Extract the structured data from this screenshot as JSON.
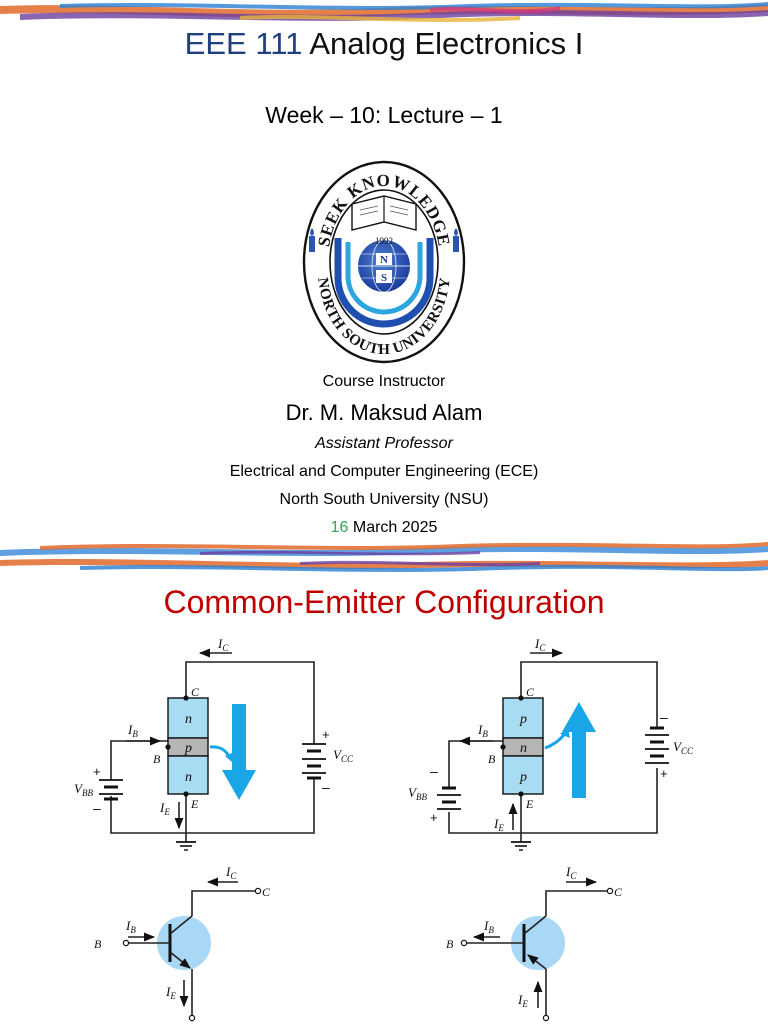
{
  "slide1": {
    "title_code": "EEE 111",
    "title_rest": "Analog Electronics I",
    "subtitle": "Week – 10: Lecture – 1",
    "logo": {
      "top_text": "SEEK KNOWLEDGE",
      "bottom_text": "NORTH SOUTH UNIVERSITY",
      "year": "1992",
      "letter_n": "N",
      "letter_s": "S"
    },
    "instructor_role": "Course Instructor",
    "instructor_name": "Dr. M. Maksud Alam",
    "instructor_title": "Assistant Professor",
    "department": "Electrical and Computer Engineering (ECE)",
    "university": "North South University (NSU)",
    "date_day": "16",
    "date_rest": " March 2025"
  },
  "slide2": {
    "title": "Common-Emitter Configuration",
    "npn": {
      "ic": "I",
      "ic_sub": "C",
      "ib": "I",
      "ib_sub": "B",
      "ie": "I",
      "ie_sub": "E",
      "c": "C",
      "b": "B",
      "e": "E",
      "layer_top": "n",
      "layer_mid": "p",
      "layer_bot": "n",
      "vcc": "V",
      "vcc_sub": "CC",
      "vbb": "V",
      "vbb_sub": "BB"
    },
    "pnp": {
      "ic": "I",
      "ic_sub": "C",
      "ib": "I",
      "ib_sub": "B",
      "ie": "I",
      "ie_sub": "E",
      "c": "C",
      "b": "B",
      "e": "E",
      "layer_top": "p",
      "layer_mid": "n",
      "layer_bot": "p",
      "vcc": "V",
      "vcc_sub": "CC",
      "vbb": "V",
      "vbb_sub": "BB"
    },
    "npn_symbol": {
      "ic": "I",
      "ic_sub": "C",
      "ib": "I",
      "ib_sub": "B",
      "ie": "I",
      "ie_sub": "E",
      "c": "C",
      "b": "B"
    },
    "pnp_symbol": {
      "ic": "I",
      "ic_sub": "C",
      "ib": "I",
      "ib_sub": "B",
      "ie": "I",
      "ie_sub": "E",
      "c": "C",
      "b": "B"
    },
    "colors": {
      "layer_fill": "#a8dcf2",
      "base_fill": "#b5b5b5",
      "arrow_fill": "#18a6e6",
      "symbol_circle": "#a8d8f5"
    }
  }
}
